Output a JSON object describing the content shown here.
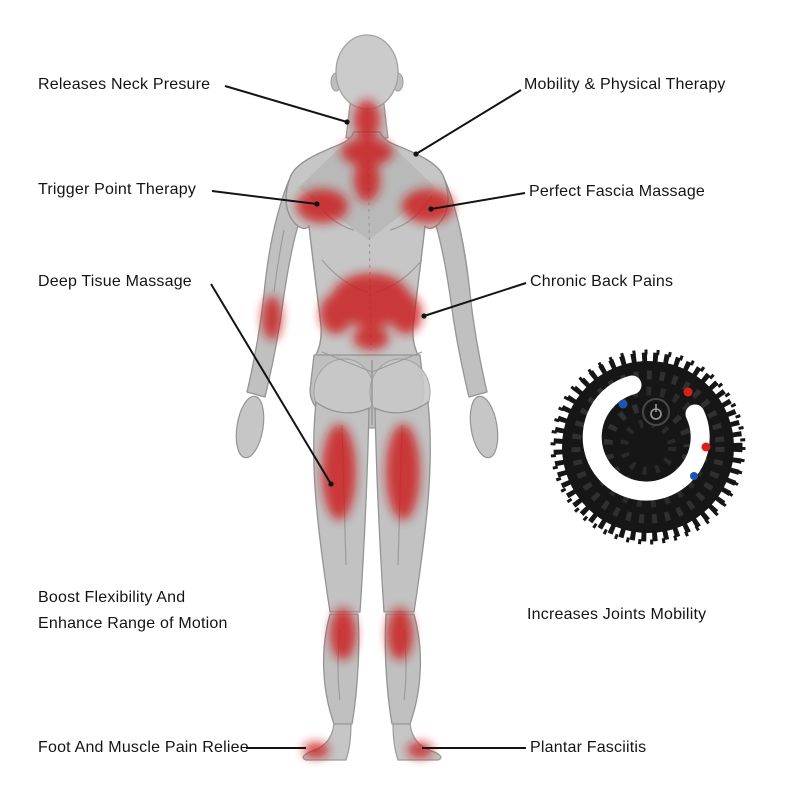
{
  "colors": {
    "background": "#ffffff",
    "text": "#141414",
    "line": "#141414",
    "highlight_red": "#cc1212",
    "body_gray": "#c6c6c6",
    "body_gray_dark": "#9a9a9a",
    "ball_black": "#161616",
    "ball_ring_white": "#ffffff",
    "dot_red": "#d9201d",
    "dot_blue": "#1e55b4"
  },
  "callouts": {
    "releases_neck": "Releases Neck Presure",
    "mobility_therapy": "Mobility & Physical Therapy",
    "trigger_point": "Trigger Point Therapy",
    "fascia_massage": "Perfect Fascia Massage",
    "deep_tissue": "Deep Tisue Massage",
    "chronic_back": "Chronic Back Pains",
    "flexibility_line1": "Boost Flexibility And",
    "flexibility_line2": "Enhance Range of Motion",
    "joints_mobility": "Increases Joints Mobility",
    "foot_pain": "Foot And Muscle Pain Reliee",
    "plantar": "Plantar Fasciitis"
  }
}
